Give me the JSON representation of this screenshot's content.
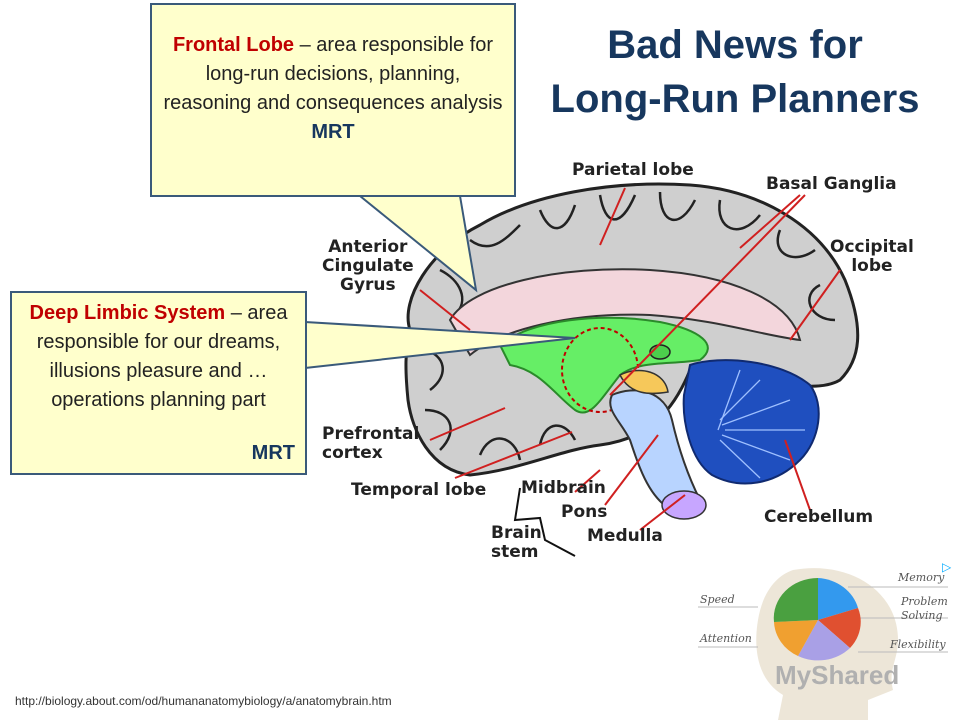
{
  "title": {
    "line1": "Bad News for",
    "line2": "Long-Run Planners"
  },
  "frontal_callout": {
    "heading": "Frontal Lobe",
    "text": " – area responsible for long-run decisions, planning, reasoning and consequences analysis",
    "mrt": "MRT"
  },
  "limbic_callout": {
    "heading": "Deep Limbic System",
    "text": " – area responsible for our dreams, illusions pleasure and … operations planning part",
    "mrt": "MRT"
  },
  "labels": {
    "parietal": "Parietal lobe",
    "basal_ganglia": "Basal Ganglia",
    "occipital_1": "Occipital",
    "occipital_2": "lobe",
    "anterior_1": "Anterior",
    "anterior_2": "Cingulate",
    "anterior_3": "Gyrus",
    "prefrontal_1": "Prefrontal",
    "prefrontal_2": "cortex",
    "temporal": "Temporal lobe",
    "midbrain": "Midbrain",
    "pons": "Pons",
    "brain_stem_1": "Brain",
    "brain_stem_2": "stem",
    "medulla": "Medulla",
    "cerebellum": "Cerebellum"
  },
  "source_url": "http://biology.about.com/od/humananatomybiology/a/anatomybrain.htm",
  "ad": {
    "memory": "Memory",
    "speed": "Speed",
    "problem_1": "Problem",
    "problem_2": "Solving",
    "attention": "Attention",
    "flexibility": "Flexibility",
    "brand": "MyShared",
    "badge": "▷"
  },
  "colors": {
    "title": "#17375e",
    "callout_fill": "#ffffcc",
    "callout_border": "#3a5a7a",
    "highlight_red": "#c00000",
    "pointer_lines": "#d02020",
    "cerebellum": "#1f4fbf",
    "limbic_green": "#66ee66"
  }
}
